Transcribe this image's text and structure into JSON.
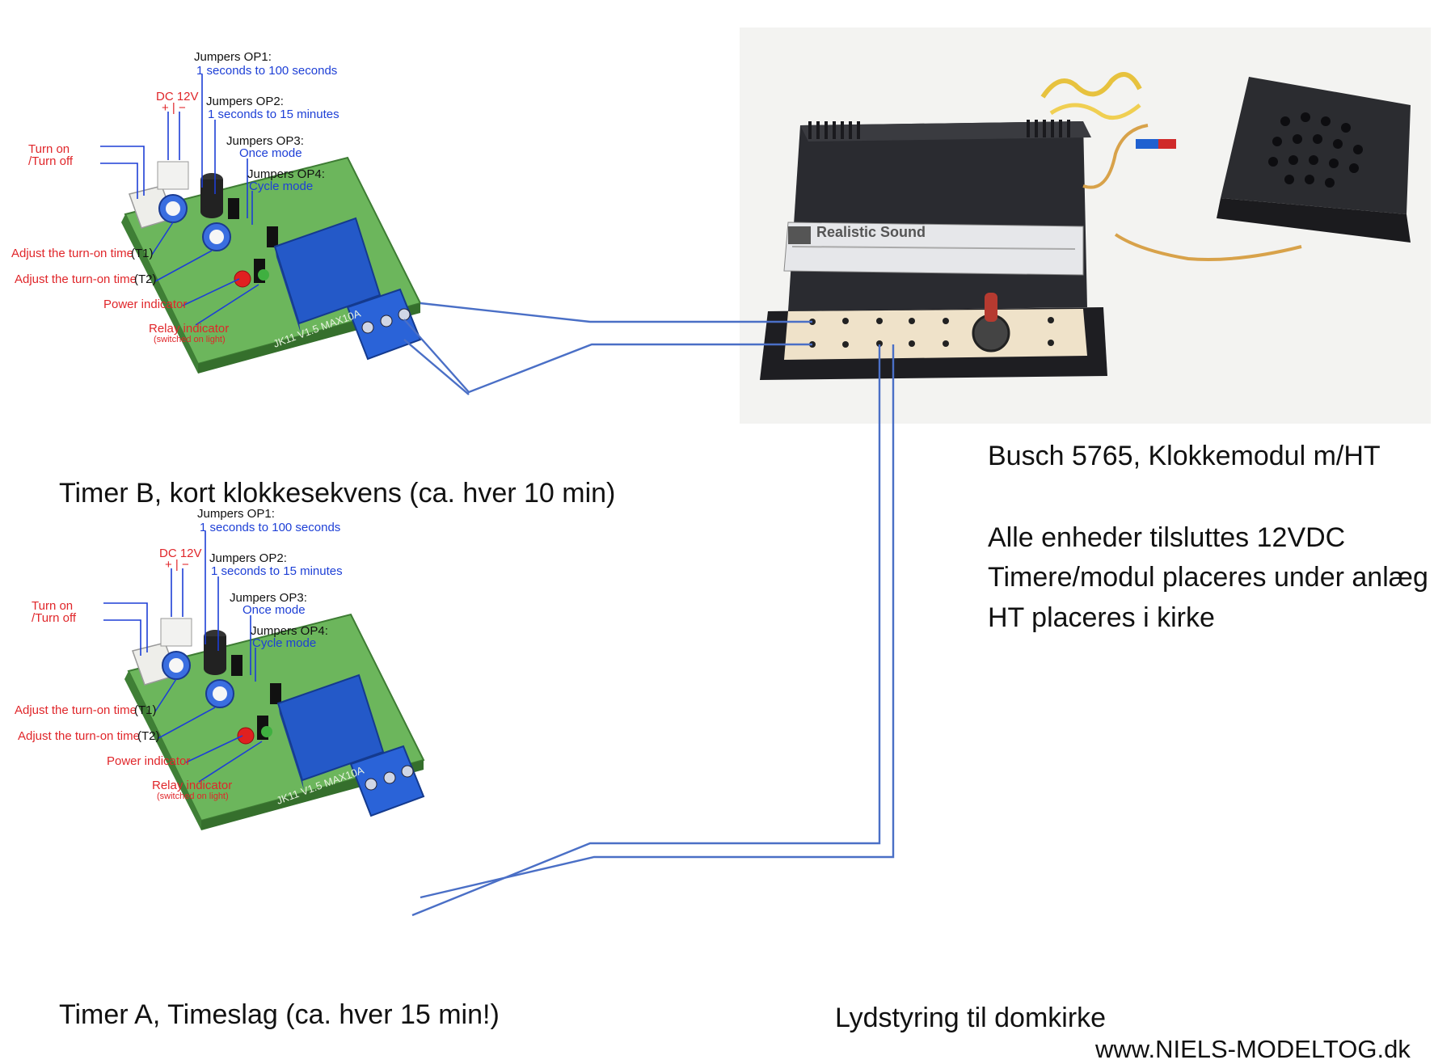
{
  "timer_labels": {
    "jumpers_op1": "Jumpers OP1:",
    "op1_value": "1 seconds to 100 seconds",
    "dc": "DC 12V",
    "plus_minus": "+ | −",
    "jumpers_op2": "Jumpers OP2:",
    "op2_value": "1 seconds to 15 minutes",
    "jumpers_op3": "Jumpers OP3:",
    "op3_value": "Once mode",
    "jumpers_op4": "Jumpers OP4:",
    "op4_value": "Cycle mode",
    "turn_on": "Turn on",
    "turn_off": "/Turn off",
    "adjust_t1": "Adjust the turn-on time",
    "t1": "(T1)",
    "adjust_t2": "Adjust the turn-on time",
    "t2": "(T2)",
    "power_indicator": "Power indicator",
    "relay_indicator": "Relay indicator",
    "relay_note": "(switched on light)"
  },
  "module_labels": {
    "brand": "Realistic Sound"
  },
  "captions": {
    "timer_b": "Timer B, kort klokkesekvens (ca. hver 10 min)",
    "timer_a": "Timer A, Timeslag (ca. hver 15 min!)",
    "module_title": "Busch 5765, Klokkemodul m/HT",
    "note_1": "Alle enheder tilsluttes 12VDC",
    "note_2": "Timere/modul placeres under anlæg",
    "note_3": "HT placeres i kirke",
    "footer_title": "Lydstyring til domkirke",
    "footer_url": "www.NIELS-MODELTOG.dk"
  },
  "colors": {
    "wire": "#4a6fc6",
    "label_red": "#e0262a",
    "label_blue": "#1d3fd6",
    "pcb_green": "#55a64a",
    "relay_blue": "#2459c8"
  }
}
